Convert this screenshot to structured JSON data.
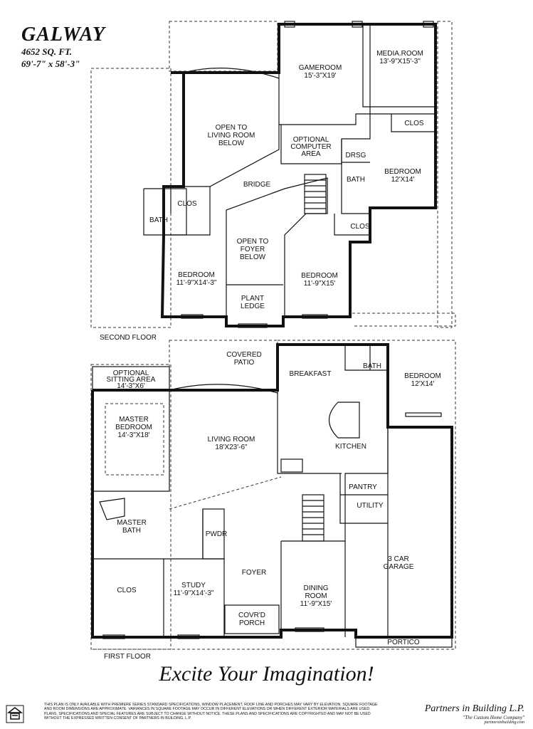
{
  "plan": {
    "name": "GALWAY",
    "area": "4652 SQ. FT.",
    "dimensions": "69'-7\" x 58'-3\""
  },
  "second_floor": {
    "label": "SECOND FLOOR",
    "rooms": {
      "gameroom": [
        "GAMEROOM",
        "15'-3\"X19'"
      ],
      "media": [
        "MEDIA.ROOM",
        "13'-9\"X15'-3\""
      ],
      "open_living": [
        "OPEN TO",
        "LIVING ROOM",
        "BELOW"
      ],
      "computer": [
        "OPTIONAL",
        "COMPUTER",
        "AREA"
      ],
      "clos_ne": "CLOS",
      "drsg": "DRSG",
      "bath_e": "BATH",
      "bedroom_e": [
        "BEDROOM",
        "12'X14'"
      ],
      "bridge": "BRIDGE",
      "clos_w": "CLOS",
      "bath_w": "BATH",
      "clos_se": "CLOS",
      "open_foyer": [
        "OPEN TO",
        "FOYER",
        "BELOW"
      ],
      "bedroom_sw": [
        "BEDROOM",
        "11'-9\"X14'-3\""
      ],
      "bedroom_se": [
        "BEDROOM",
        "11'-9\"X15'"
      ],
      "plant_ledge": [
        "PLANT",
        "LEDGE"
      ]
    }
  },
  "first_floor": {
    "label": "FIRST FLOOR",
    "rooms": {
      "covered_patio": [
        "COVERED",
        "PATIO"
      ],
      "breakfast": "BREAKFAST",
      "bath": "BATH",
      "bedroom": [
        "BEDROOM",
        "12'X14'"
      ],
      "sitting": [
        "OPTIONAL",
        "SITTING AREA",
        "14'-3\"X6'"
      ],
      "master_bed": [
        "MASTER",
        "BEDROOM",
        "14'-3\"X18'"
      ],
      "living": [
        "LIVING ROOM",
        "18'X23'-6\""
      ],
      "kitchen": "KITCHEN",
      "pantry": "PANTRY",
      "utility": "UTILITY",
      "master_bath": [
        "MASTER",
        "BATH"
      ],
      "pwdr": "PWDR",
      "garage": [
        "3 CAR",
        "GARAGE"
      ],
      "clos": "CLOS",
      "study": [
        "STUDY",
        "11'-9\"X14'-3\""
      ],
      "foyer": "FOYER",
      "dining": [
        "DINING",
        "ROOM",
        "11'-9\"X15'"
      ],
      "porch": [
        "COVR'D",
        "PORCH"
      ],
      "portico": "PORTICO"
    }
  },
  "footer": {
    "slogan": "Excite Your Imagination!",
    "disclaimer": "This plan is only available with premiere series standard specifications, window placement, roof line and porches may vary by elevation. Square footage and room dimensions are approximate. Variances in square footage may occur in different elevations or when different exterior materials are used. Plans, specifications and special features are subject to change without notice. These plans and specifications are copyrighted and may not be used without the expressed written consent of Partners in Building, L.P.",
    "company": "Partners in Building L.P.",
    "tagline": "\"The Custom Home Company\"",
    "website": "partnersinbuilding.com"
  }
}
